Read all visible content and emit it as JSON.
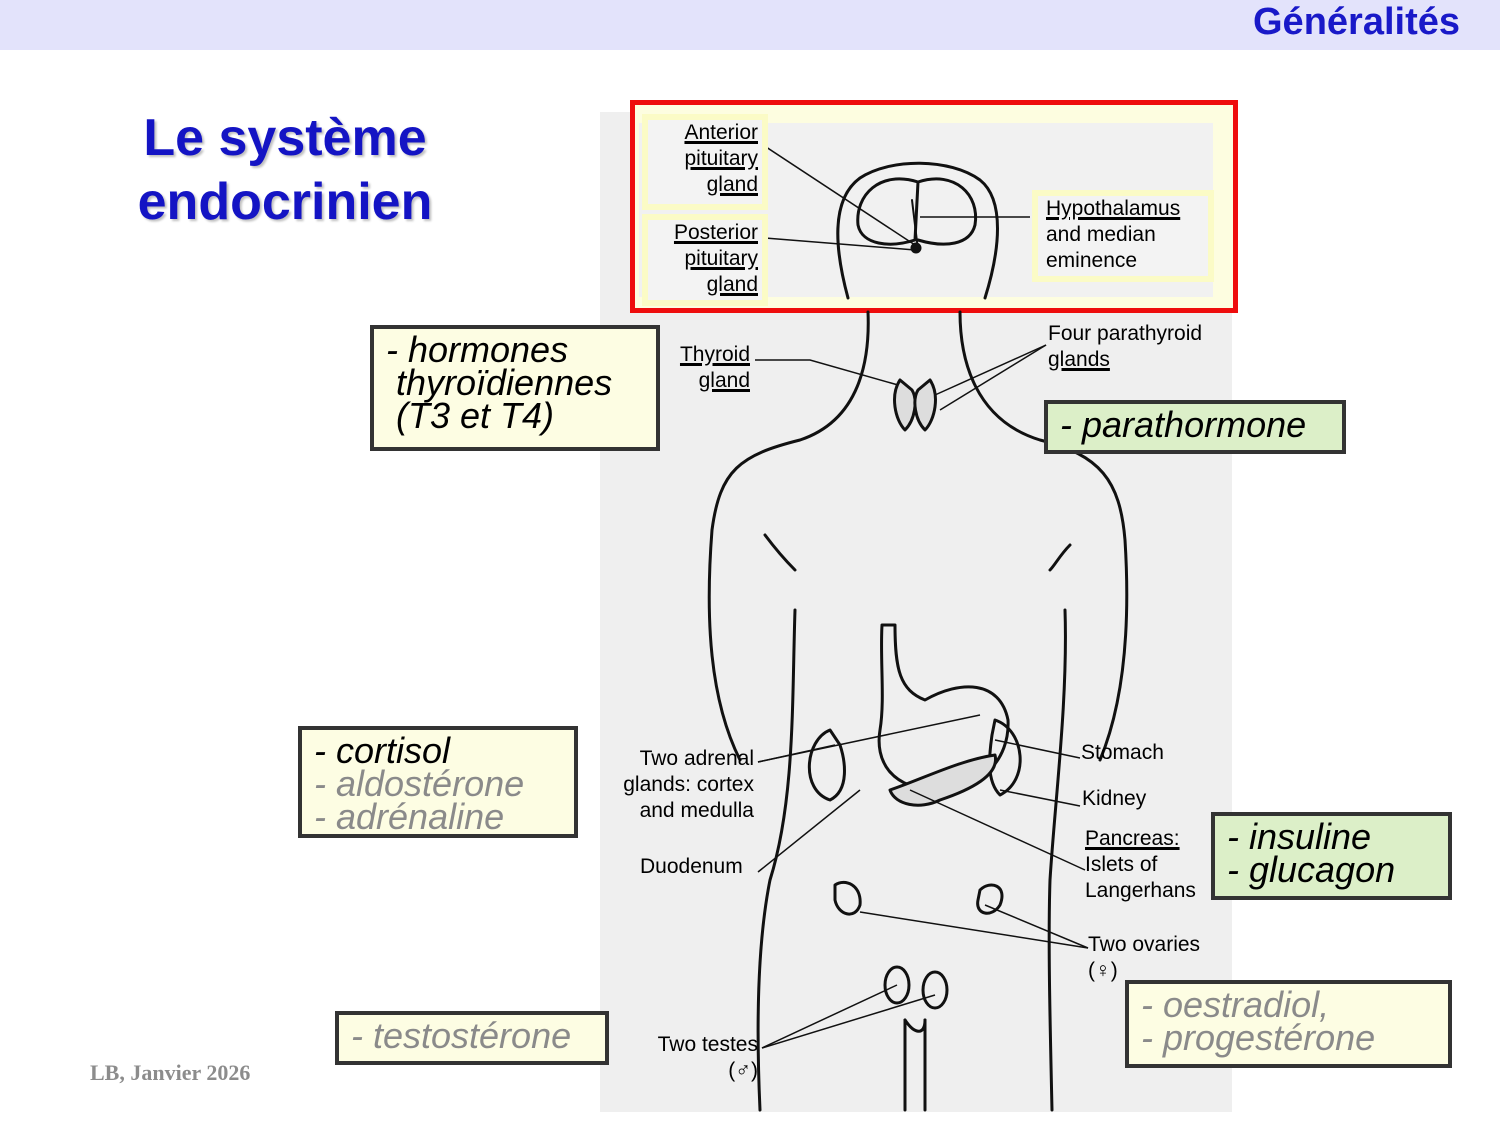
{
  "header": {
    "section_title": "Généralités"
  },
  "slide": {
    "title_line1": "Le système",
    "title_line2": "endocrinien"
  },
  "footer": {
    "credit": "LB, Janvier 2026"
  },
  "hormone_boxes": {
    "thyroid": {
      "line1": "- hormones",
      "line2": "thyroïdiennes",
      "line3": "(T3 et T4)"
    },
    "parathyroid": {
      "line1": "- parathormone"
    },
    "adrenal": {
      "line1": "- cortisol",
      "line2": "- aldostérone",
      "line3": "- adrénaline"
    },
    "pancreas": {
      "line1": "- insuline",
      "line2": "- glucagon"
    },
    "testes": {
      "line1": "- testostérone"
    },
    "ovaries": {
      "line1": "- oestradiol,",
      "line2": "- progestérone"
    }
  },
  "anatomy_labels": {
    "anterior_pituitary": [
      "Anterior",
      "pituitary",
      "gland"
    ],
    "posterior_pituitary": [
      "Posterior",
      "pituitary",
      "gland"
    ],
    "hypothalamus": [
      "Hypothalamus",
      "and median",
      "eminence"
    ],
    "thyroid": [
      "Thyroid",
      "gland"
    ],
    "parathyroid": [
      "Four parathyroid",
      "glands"
    ],
    "adrenal": [
      "Two adrenal",
      "glands: cortex",
      "and medulla"
    ],
    "duodenum": "Duodenum",
    "stomach": "Stomach",
    "kidney": "Kidney",
    "pancreas": [
      "Pancreas:",
      "Islets of",
      "Langerhans"
    ],
    "ovaries": [
      "Two ovaries",
      "(♀)"
    ],
    "testes": [
      "Two testes",
      "(♂)"
    ]
  },
  "colors": {
    "header_bg": "#e3e3fb",
    "title_blue": "#1414c4",
    "highlight_red": "#ee0d0d",
    "box_yellow": "#fdfde3",
    "box_green": "#dcefc8"
  }
}
